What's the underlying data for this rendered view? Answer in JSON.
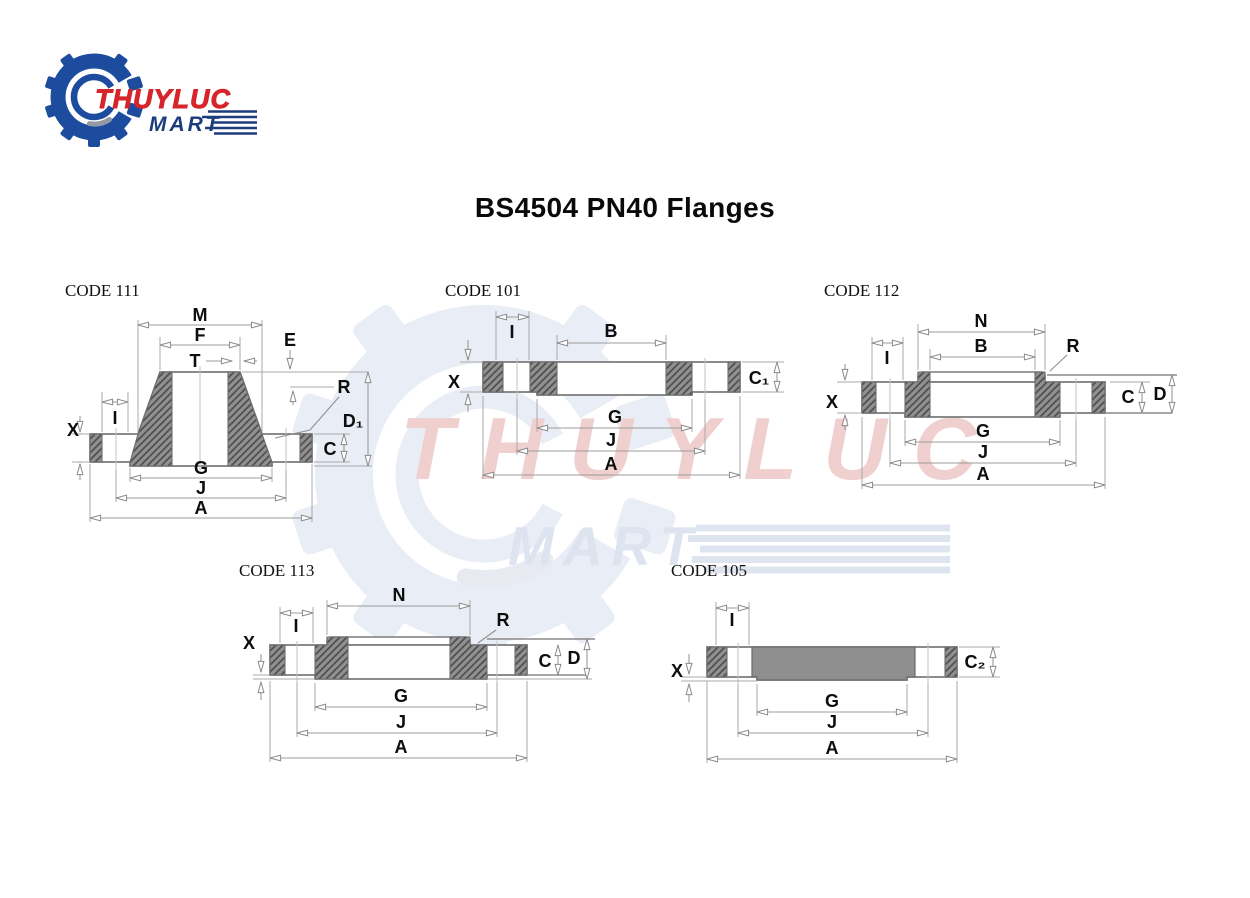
{
  "logo": {
    "brand": "THUYLUC",
    "sub": "MART"
  },
  "title": "BS4504 PN40 Flanges",
  "watermark": {
    "brand": "THUYLUC",
    "sub": "MART"
  },
  "colors": {
    "logo_blue": "#1d4c9f",
    "logo_red": "#d6252b",
    "logo_navy": "#1c3c7c",
    "drawing_gray": "#7b7b7b",
    "hatch_gray": "#8f8f8f"
  },
  "diagrams": {
    "d111": {
      "code": "CODE 111",
      "labels": {
        "M": "M",
        "F": "F",
        "T": "T",
        "E": "E",
        "R": "R",
        "D1": "D₁",
        "C": "C",
        "X": "X",
        "I": "I",
        "G": "G",
        "J": "J",
        "A": "A"
      }
    },
    "d101": {
      "code": "CODE 101",
      "labels": {
        "I": "I",
        "B": "B",
        "X": "X",
        "C1": "C₁",
        "G": "G",
        "J": "J",
        "A": "A"
      }
    },
    "d112": {
      "code": "CODE 112",
      "labels": {
        "N": "N",
        "B": "B",
        "I": "I",
        "R": "R",
        "X": "X",
        "C": "C",
        "D": "D",
        "G": "G",
        "J": "J",
        "A": "A"
      }
    },
    "d113": {
      "code": "CODE 113",
      "labels": {
        "N": "N",
        "I": "I",
        "X": "X",
        "R": "R",
        "C": "C",
        "D": "D",
        "G": "G",
        "J": "J",
        "A": "A"
      }
    },
    "d105": {
      "code": "CODE 105",
      "labels": {
        "I": "I",
        "X": "X",
        "C2": "C₂",
        "G": "G",
        "J": "J",
        "A": "A"
      }
    }
  }
}
